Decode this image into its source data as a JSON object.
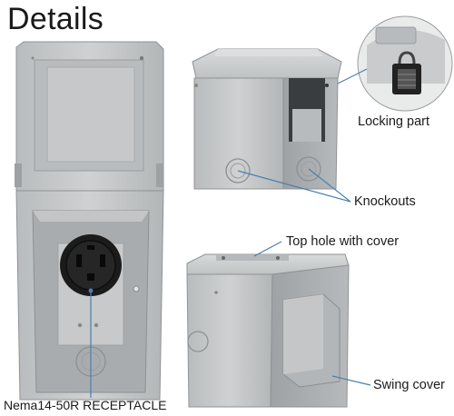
{
  "page": {
    "title": "Details"
  },
  "callouts": {
    "locking_part": "Locking part",
    "knockouts": "Knockouts",
    "top_hole": "Top hole with cover",
    "swing_cover": "Swing cover",
    "receptacle": "Nema14-50R RECEPTACLE"
  },
  "colors": {
    "box_light": "#c9cbcc",
    "box_mid": "#aeb1b3",
    "box_dark": "#8f9395",
    "receptacle": "#1b1b1b",
    "pointer": "#4a7fb0"
  }
}
